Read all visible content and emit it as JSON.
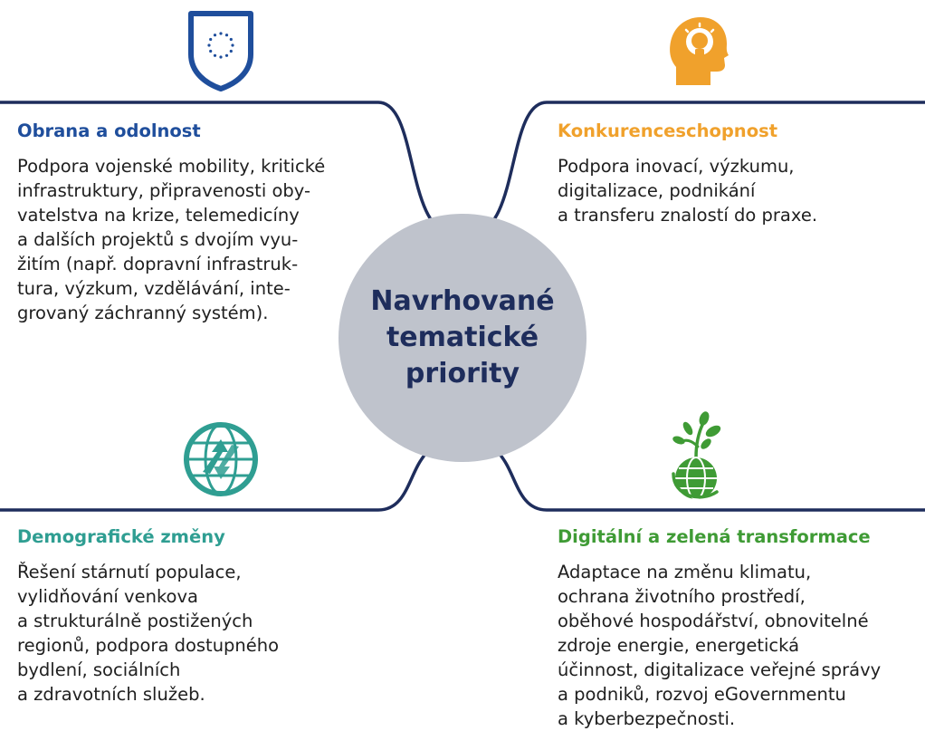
{
  "center": {
    "title": "Navrhované\ntematické\npriority",
    "circle_color": "#bfc3cc",
    "text_color": "#1e2d5c"
  },
  "line_color": "#1e2d5c",
  "quadrants": [
    {
      "position": "top-left",
      "icon": "eu-shield-icon",
      "color": "#1f4e9c",
      "heading": "Obrana a odolnost",
      "body": "Podpora vojenské mobility, kritické\ninfrastruktury, připravenosti oby-\nvatelstva na krize, telemedicíny\na dalších projektů s dvojím vyu-\nžitím (např. dopravní infrastruk-\ntura, výzkum, vzdělávání, inte-\ngrovaný záchranný systém)."
    },
    {
      "position": "top-right",
      "icon": "head-lightbulb-icon",
      "color": "#f0a12c",
      "heading": "Konkurenceschopnost",
      "body": "Podpora inovací, výzkumu,\ndigitalizace, podnikání\na transferu znalostí do praxe."
    },
    {
      "position": "bottom-left",
      "icon": "globe-arrows-icon",
      "color": "#2f9e92",
      "heading": "Demografické změny",
      "body": "Řešení stárnutí populace,\nvylidňování venkova\na strukturálně postižených\nregionů, podpora dostupného\nbydlení, sociálních\na zdravotních služeb."
    },
    {
      "position": "bottom-right",
      "icon": "globe-plant-icon",
      "color": "#3f9b35",
      "heading": "Digitální a zelená transformace",
      "body": "Adaptace na změnu klimatu,\nochrana životního prostředí,\noběhové hospodářství, obnovitelné\nzdroje energie, energetická\núčinnost, digitalizace veřejné správy\na podniků, rozvoj eGovernmentu\na kyberbezpečnosti."
    }
  ]
}
